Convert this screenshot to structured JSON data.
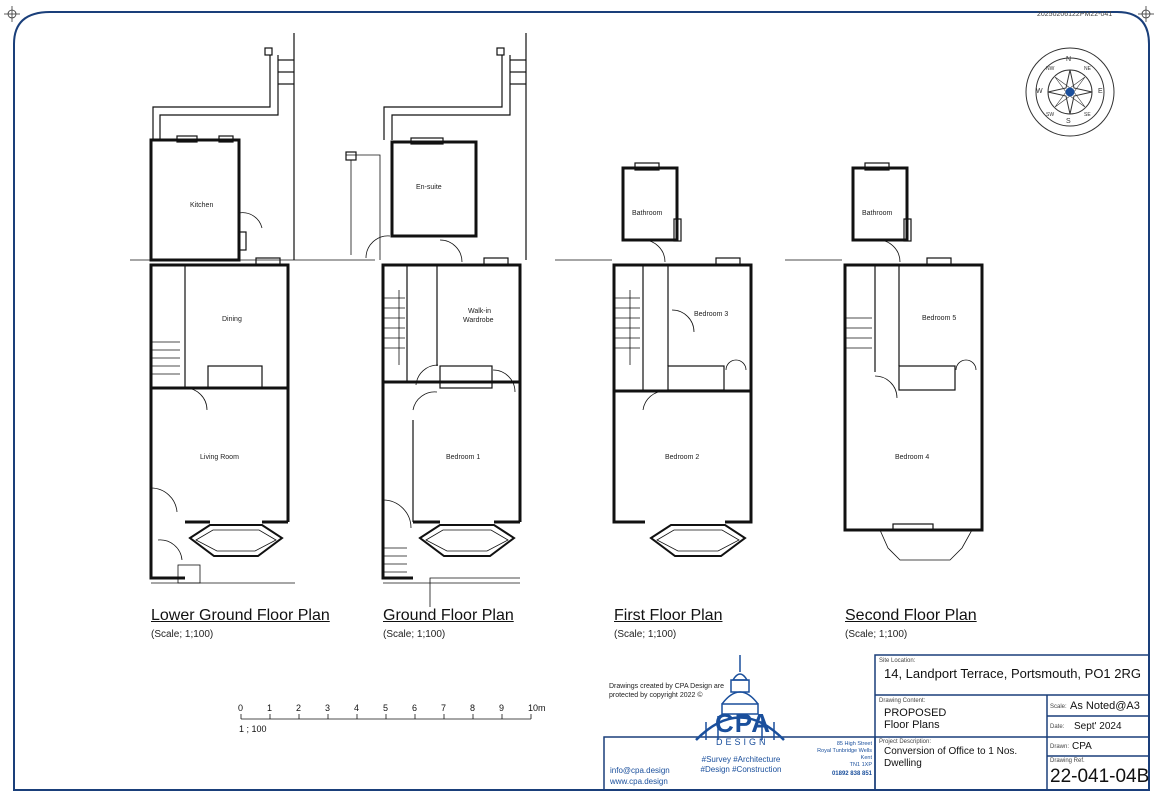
{
  "drawing": {
    "reference_code": "20250206122PM22-041",
    "plans": [
      {
        "title": "Lower Ground Floor Plan",
        "scale": "(Scale; 1;100)",
        "rooms": [
          "Kitchen",
          "Dining",
          "Living Room"
        ]
      },
      {
        "title": "Ground Floor Plan",
        "scale": "(Scale; 1;100)",
        "rooms": [
          "En-suite",
          "Walk-in",
          "Wardrobe",
          "Bedroom 1"
        ]
      },
      {
        "title": "First Floor Plan",
        "scale": "(Scale; 1;100)",
        "rooms": [
          "Bathroom",
          "Bedroom 3",
          "Bedroom 2"
        ]
      },
      {
        "title": "Second Floor Plan",
        "scale": "(Scale; 1;100)",
        "rooms": [
          "Bathroom",
          "Bedroom 5",
          "Bedroom 4"
        ]
      }
    ],
    "scale_bar": {
      "ticks": [
        "0",
        "1",
        "2",
        "3",
        "4",
        "5",
        "6",
        "7",
        "8",
        "9",
        "10m"
      ],
      "ratio": "1 ; 100"
    },
    "compass": {
      "n": "N",
      "e": "E",
      "s": "S",
      "w": "W",
      "ne": "NE",
      "nw": "NW",
      "se": "SE",
      "sw": "SW"
    },
    "copyright_note": "Drawings created by CPA Design are protected by copyright 2022 ©"
  },
  "company": {
    "logo": "CPA",
    "logo_sub": "DESIGN",
    "tagline_1": "#Survey #Architecture",
    "tagline_2": "#Design #Construction",
    "email": "info@cpa.design",
    "website": "www.cpa.design",
    "address": [
      "85 High Street",
      "Royal Tunbridge Wells",
      "Kent",
      "TN1 1XP"
    ],
    "phone": "01892 838 851",
    "brand_color": "#1a4f9c"
  },
  "title_block": {
    "site_location_label": "Site Location:",
    "site_location": "14, Landport Terrace, Portsmouth, PO1 2RG",
    "drawing_content_label": "Drawing Content:",
    "drawing_content_1": "PROPOSED",
    "drawing_content_2": "Floor Plans",
    "scale_label": "Scale:",
    "scale_value": "As Noted@A3",
    "date_label": "Date:",
    "date_value": "Sept' 2024",
    "project_label": "Project Description:",
    "project_1": "Conversion of Office to 1 Nos.",
    "project_2": "Dwelling",
    "drawn_label": "Drawn:",
    "drawn_value": "CPA",
    "ref_label": "Drawing Ref.",
    "ref_value": "22-041-04B"
  }
}
